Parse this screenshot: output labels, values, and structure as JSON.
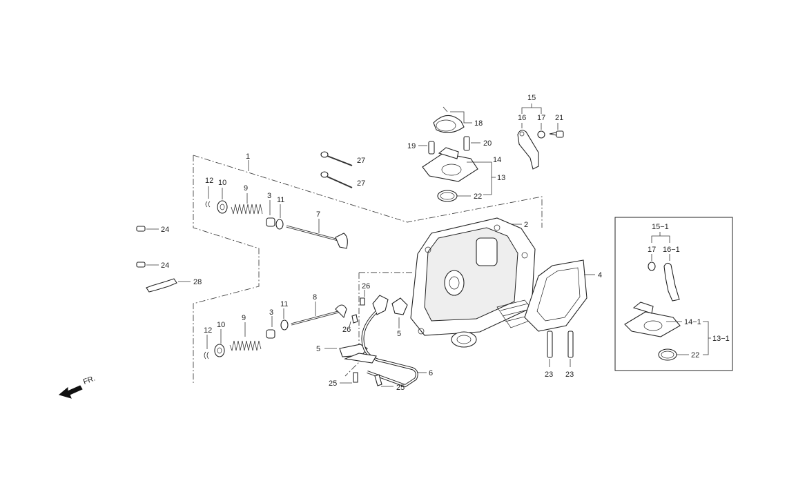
{
  "labels": {
    "l1": "1",
    "l2": "2",
    "l3a": "3",
    "l3b": "3",
    "l4": "4",
    "l5a": "5",
    "l5b": "5",
    "l6": "6",
    "l7": "7",
    "l8": "8",
    "l9a": "9",
    "l9b": "9",
    "l10a": "10",
    "l10b": "10",
    "l11a": "11",
    "l11b": "11",
    "l12a": "12",
    "l12b": "12",
    "l13": "13",
    "l14": "14",
    "l15": "15",
    "l16": "16",
    "l17": "17",
    "l18": "18",
    "l19": "19",
    "l20": "20",
    "l21": "21",
    "l22": "22",
    "l23a": "23",
    "l23b": "23",
    "l24a": "24",
    "l24b": "24",
    "l25a": "25",
    "l25b": "25",
    "l26a": "26",
    "l26b": "26",
    "l27a": "27",
    "l27b": "27",
    "l28": "28",
    "inset_15_1": "15−1",
    "inset_17": "17",
    "inset_16_1": "16−1",
    "inset_14_1": "14−1",
    "inset_13_1": "13−1",
    "inset_22": "22"
  },
  "direction_label": "FR."
}
